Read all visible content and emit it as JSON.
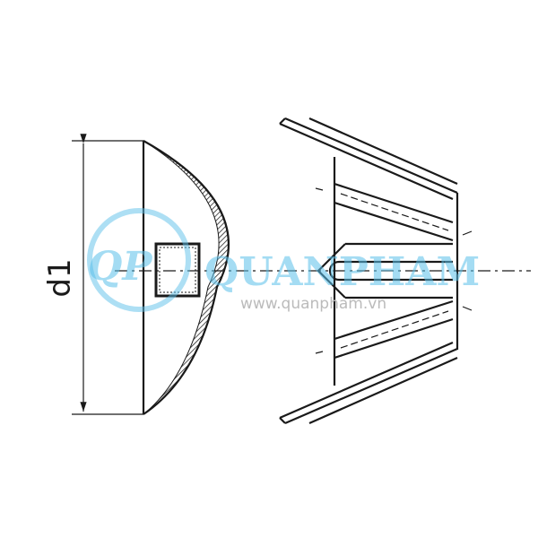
{
  "dimension_label": "d1",
  "watermark": {
    "brand": "QUANPHAM",
    "logo": "QP",
    "url": "www.quanpham.vn",
    "color": "#5bc0ea"
  }
}
